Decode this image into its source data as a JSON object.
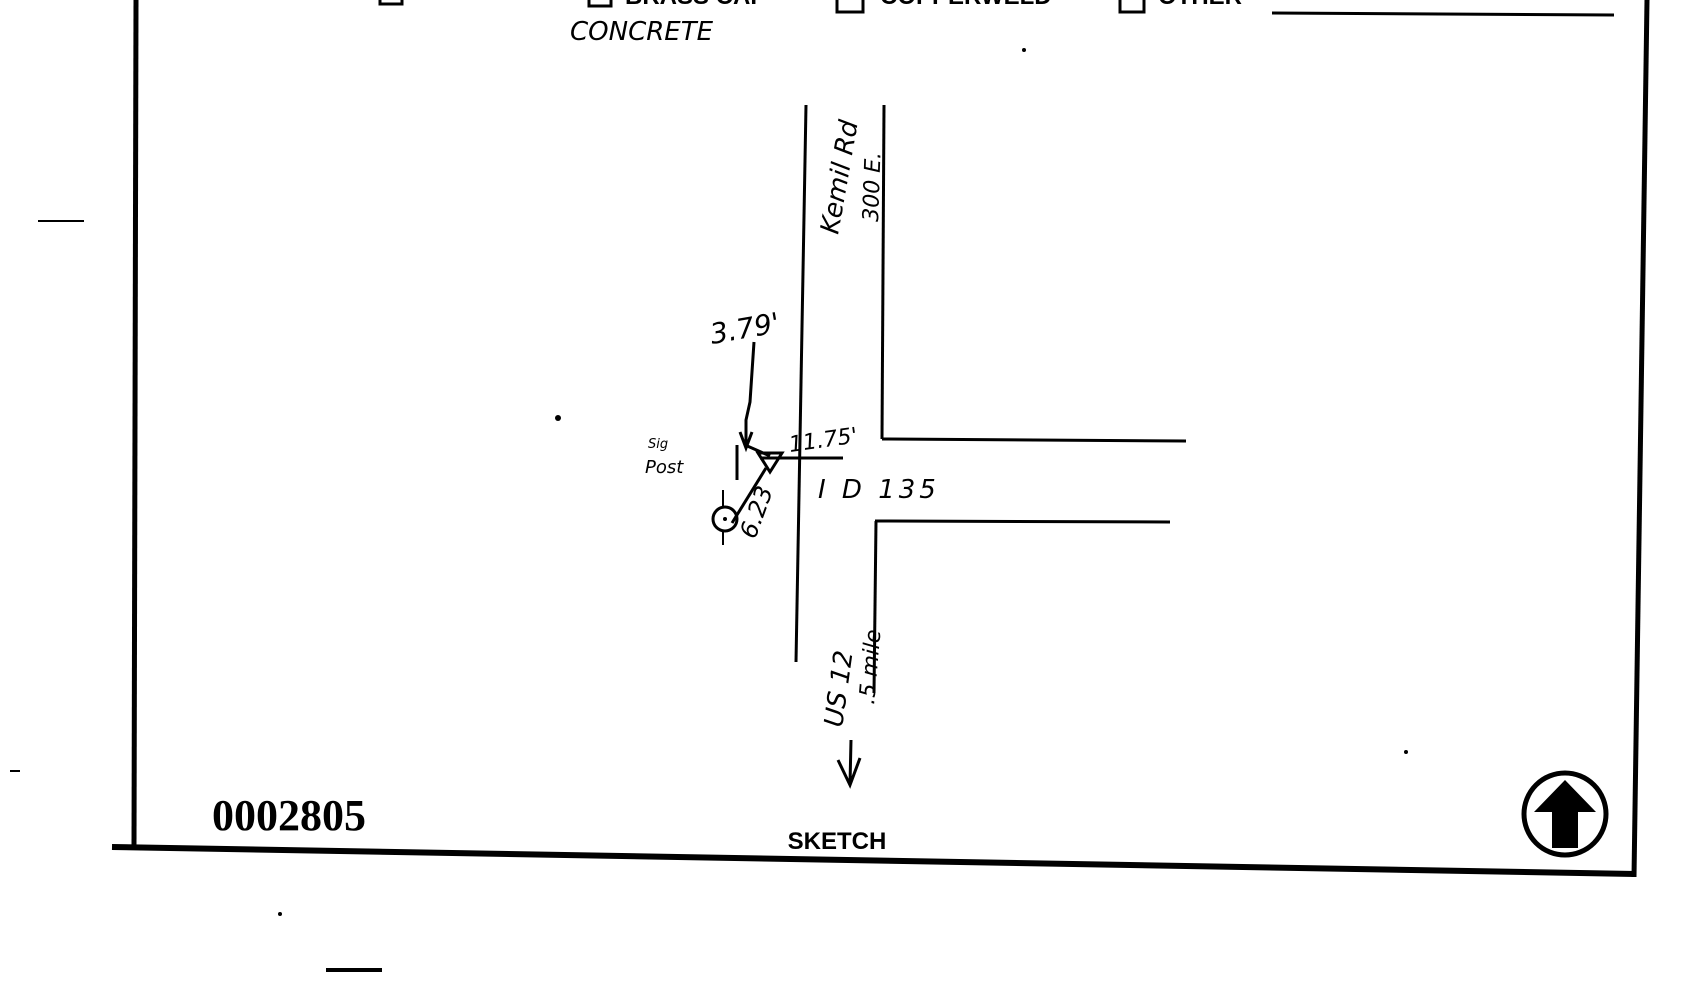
{
  "header": {
    "options": [
      {
        "label": "BRASS CAP",
        "checked": true
      },
      {
        "label": "COPPERWELD",
        "checked": false
      },
      {
        "label": "OTHER",
        "checked": false
      }
    ],
    "handwritten_note": "CONCRETE"
  },
  "sketch": {
    "road_north_name": "Kemil Rd",
    "road_north_alt": "300 E.",
    "road_south_name": "US 12",
    "road_south_alt": ".5 mile",
    "intersection_road": "I D 135",
    "measure_1": "3.79'",
    "measure_2": "11.75'",
    "measure_3": "6.23",
    "sign_post_label_1": "Sig",
    "sign_post_label_2": "Post"
  },
  "footer": {
    "document_number": "0002805",
    "title": "SKETCH"
  },
  "icons": {
    "north": "north-arrow-icon"
  }
}
